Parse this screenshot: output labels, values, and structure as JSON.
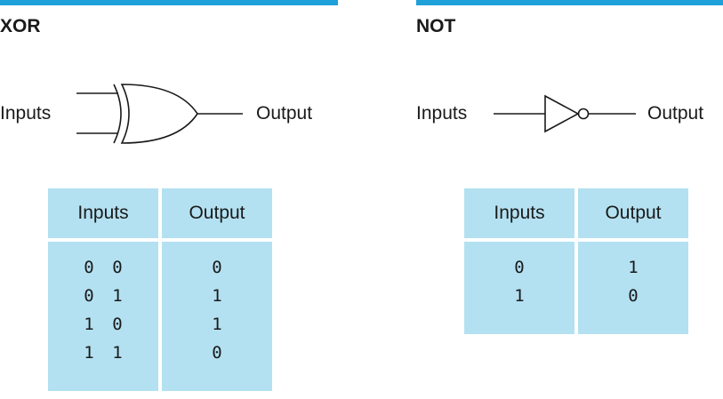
{
  "xor": {
    "title": "XOR",
    "inputs_label": "Inputs",
    "output_label": "Output",
    "table": {
      "headers": [
        "Inputs",
        "Output"
      ],
      "rows": [
        {
          "a": "0",
          "b": "0",
          "out": "0"
        },
        {
          "a": "0",
          "b": "1",
          "out": "1"
        },
        {
          "a": "1",
          "b": "0",
          "out": "1"
        },
        {
          "a": "1",
          "b": "1",
          "out": "0"
        }
      ]
    }
  },
  "not": {
    "title": "NOT",
    "inputs_label": "Inputs",
    "output_label": "Output",
    "table": {
      "headers": [
        "Inputs",
        "Output"
      ],
      "rows": [
        {
          "a": "0",
          "out": "1"
        },
        {
          "a": "1",
          "out": "0"
        }
      ]
    }
  },
  "colors": {
    "accent_bar": "#1ea0d8",
    "table_fill": "#b3e1f1"
  }
}
